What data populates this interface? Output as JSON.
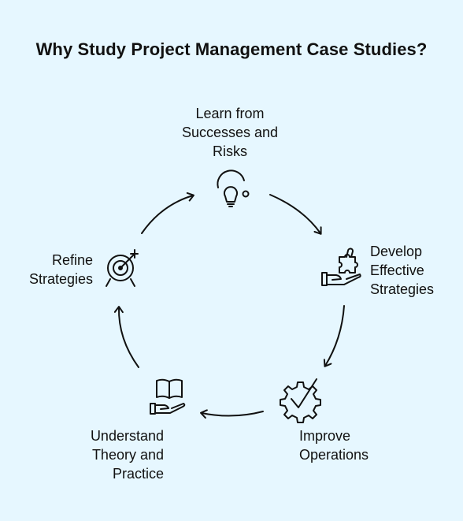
{
  "title": "Why Study Project Management Case Studies?",
  "steps": [
    {
      "lines": [
        "Learn from",
        "Successes and",
        "Risks"
      ],
      "icon": "lightbulb-icon"
    },
    {
      "lines": [
        "Develop",
        "Effective",
        "Strategies"
      ],
      "icon": "puzzle-hand-icon"
    },
    {
      "lines": [
        "Improve",
        "Operations"
      ],
      "icon": "gear-check-icon"
    },
    {
      "lines": [
        "Understand",
        "Theory and",
        "Practice"
      ],
      "icon": "book-hand-icon"
    },
    {
      "lines": [
        "Refine",
        "Strategies"
      ],
      "icon": "target-icon"
    }
  ]
}
